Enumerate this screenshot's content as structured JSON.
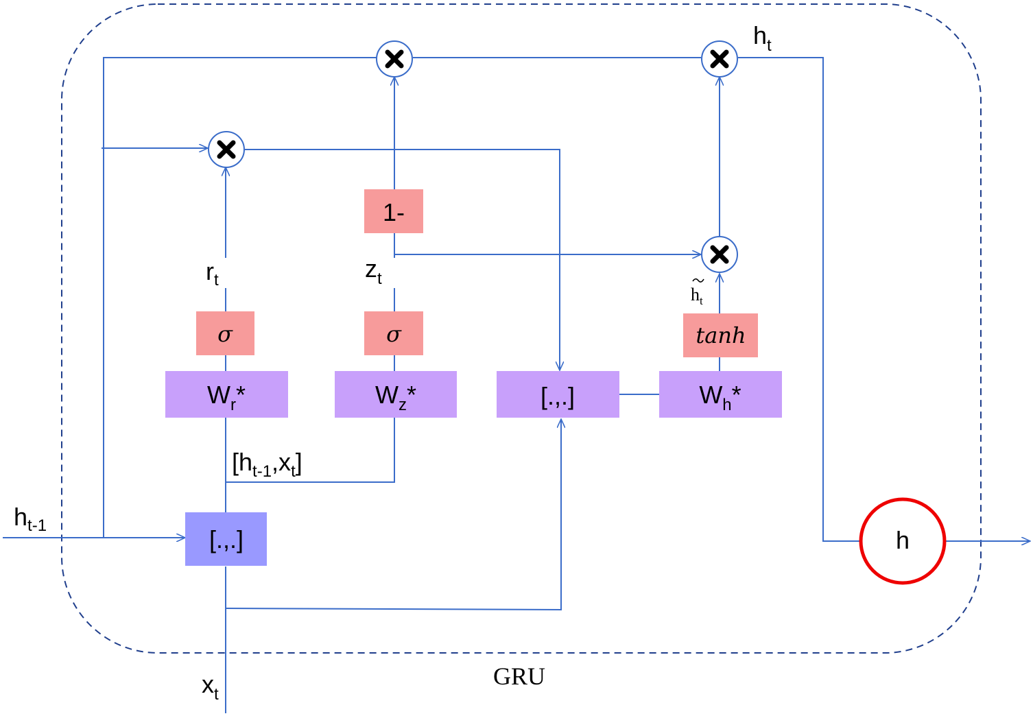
{
  "title": "GRU",
  "colors": {
    "line": "#3a6cc9",
    "gate_pink": "#f79b9b",
    "weight_purple": "#c8a0fb",
    "concat_blue": "#9999ff",
    "output_ring": "#ee0000"
  },
  "inputs": {
    "h_prev": {
      "base": "h",
      "sub": "t-1"
    },
    "x": {
      "base": "x",
      "sub": "t"
    }
  },
  "output": {
    "base": "h",
    "sub": "t"
  },
  "output_node": "h",
  "labels": {
    "r": {
      "base": "r",
      "sub": "t"
    },
    "z": {
      "base": "z",
      "sub": "t"
    },
    "h_tilde": {
      "base": "h",
      "sub": "t"
    },
    "concat_input": {
      "open": "[h",
      "sub1": "t-1",
      "mid": ",x",
      "sub2": "t",
      "close": "]"
    }
  },
  "boxes": {
    "wr": {
      "base": "W",
      "sub": "r",
      "suffix": "*"
    },
    "wz": {
      "base": "W",
      "sub": "z",
      "suffix": "*"
    },
    "wh": {
      "base": "W",
      "sub": "h",
      "suffix": "*"
    },
    "sigma_r": "σ",
    "sigma_z": "σ",
    "tanh": "tanh",
    "one_minus": "1-",
    "concat_input": "[.,.]",
    "concat_reset": "[.,.]"
  },
  "multiply_icon": "multiply-icon"
}
